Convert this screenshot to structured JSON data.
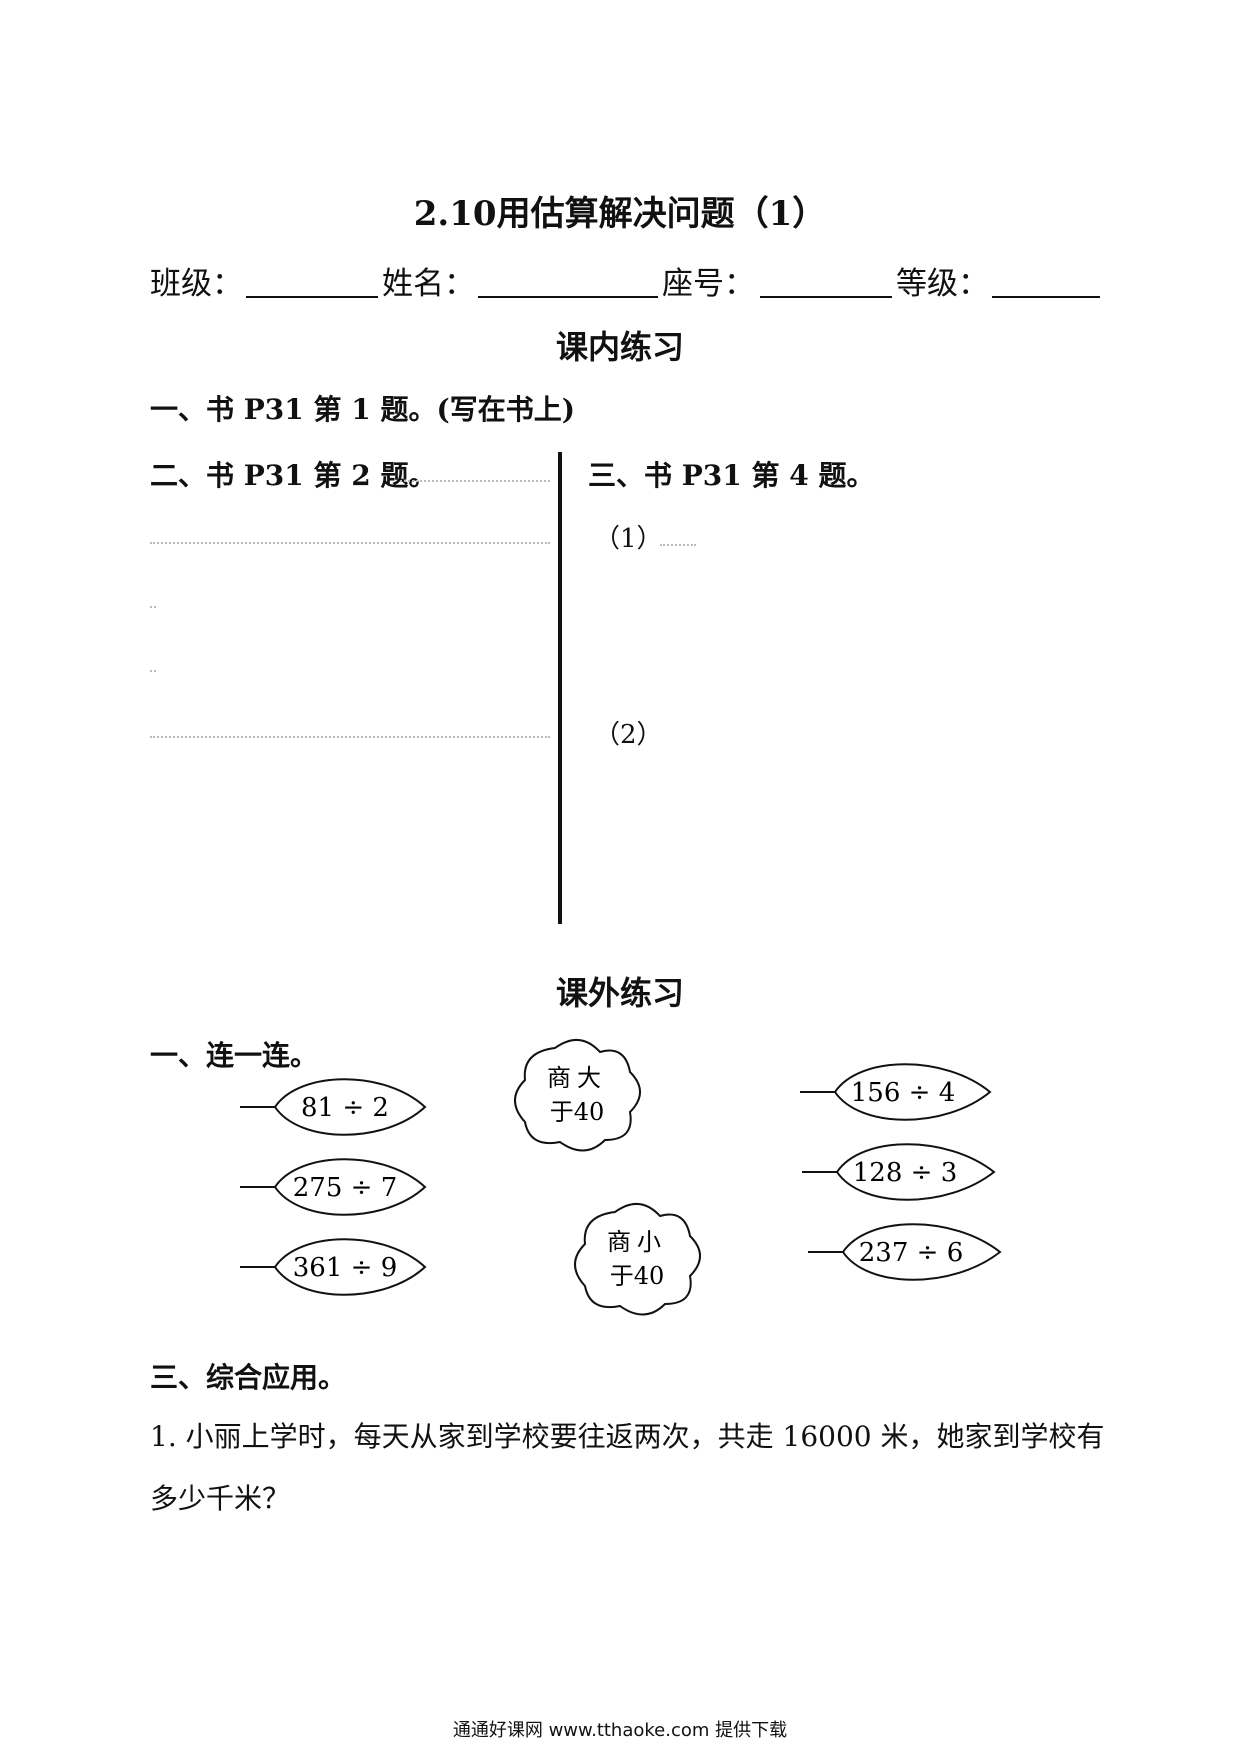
{
  "title": "2.10用估算解决问题（1）",
  "info": {
    "class_label": "班级：",
    "name_label": "姓名：",
    "seat_label": "座号：",
    "grade_label": "等级："
  },
  "in_class": {
    "heading": "课内练习",
    "q1": "一、书 P31 第 1 题。(写在书上)",
    "q2": "二、书 P31 第 2 题。",
    "q3": "三、书 P31 第 4 题。",
    "q3_part1": "（1）",
    "q3_part2": "（2）"
  },
  "after_class": {
    "heading": "课外练习",
    "q1": "一、连一连。",
    "left_leaves": [
      "81 ÷ 2",
      "275 ÷ 7",
      "361 ÷ 9"
    ],
    "right_leaves": [
      "156 ÷ 4",
      "128 ÷ 3",
      "237 ÷ 6"
    ],
    "cloud_greater": [
      "商大",
      "于40"
    ],
    "cloud_less": [
      "商小",
      "于40"
    ],
    "q3": "三、综合应用。",
    "problem1": "1. 小丽上学时，每天从家到学校要往返两次，共走 16000 米，她家到学校有多少千米？"
  },
  "footer": "通通好课网 www.tthaoke.com 提供下载"
}
